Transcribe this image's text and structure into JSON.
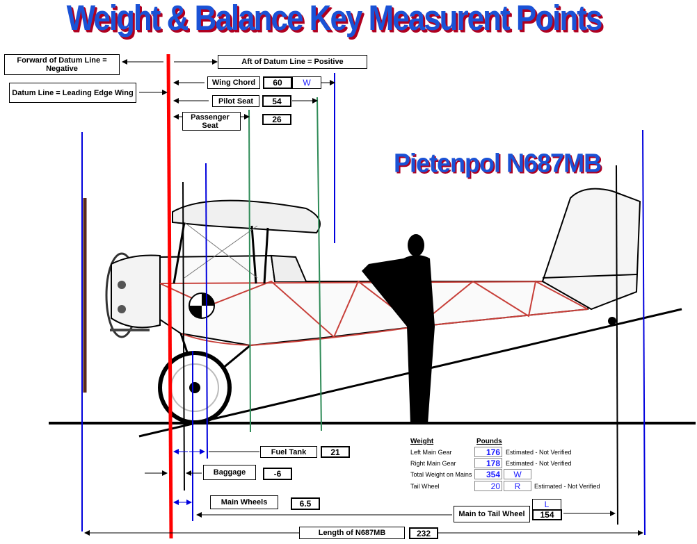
{
  "title": "Weight & Balance Key Measurent Points",
  "aircraft_name": "Pietenpol N687MB",
  "datum_labels": {
    "forward": "Forward of Datum Line = Negative",
    "aft": "Aft of Datum Line = Positive",
    "datum": "Datum Line = Leading Edge Wing"
  },
  "measurements": {
    "wing_chord": {
      "label": "Wing Chord",
      "value": "60",
      "tag": "W"
    },
    "pilot_seat": {
      "label": "Pilot Seat",
      "value": "54"
    },
    "passenger_seat": {
      "label": "Passenger Seat",
      "value": "26"
    },
    "fuel_tank": {
      "label": "Fuel Tank",
      "value": "21"
    },
    "baggage": {
      "label": "Baggage",
      "value": "-6"
    },
    "main_wheels": {
      "label": "Main Wheels",
      "value": "6.5"
    },
    "main_to_tail": {
      "label": "Main to Tail Wheel",
      "value": "154",
      "tag": "L"
    },
    "length": {
      "label": "Length of N687MB",
      "value": "232"
    }
  },
  "weights": {
    "header_weight": "Weight",
    "header_pounds": "Pounds",
    "rows": [
      {
        "label": "Left Main Gear",
        "value": "176",
        "note": "Estimated  - Not Verified"
      },
      {
        "label": "Right Main Gear",
        "value": "178",
        "note": "Estimated  - Not Verified"
      },
      {
        "label": "Total Weight on Mains",
        "value": "354",
        "tag": "W"
      },
      {
        "label": "Tail Wheel",
        "value": "20",
        "tag": "R",
        "note": "Estimated  - Not Verified"
      }
    ]
  },
  "colors": {
    "datum_line": "#ff0000",
    "measure_blue": "#0000dd",
    "measure_green": "#2e8b57",
    "frame_red": "#c8403a",
    "title_blue": "#1a52d6"
  }
}
